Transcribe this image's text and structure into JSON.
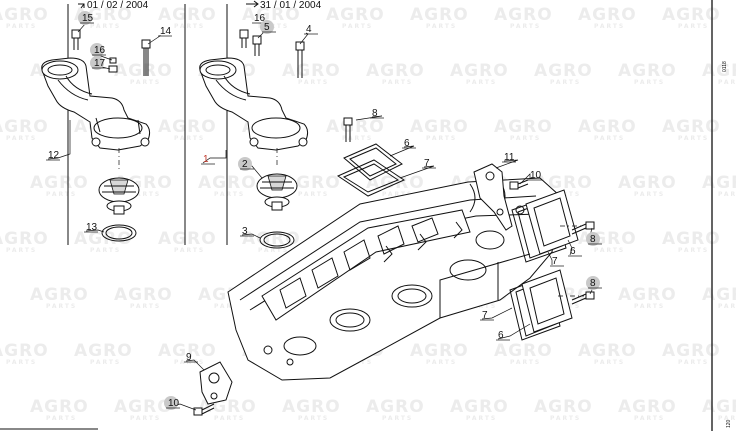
{
  "header": {
    "date_left": "01 / 02 / 2004",
    "date_right": "31 / 01 / 2004"
  },
  "watermark": {
    "brand": "AGRO",
    "sub": "PARTS"
  },
  "labels": {
    "n1": "1",
    "n2": "2",
    "n3": "3",
    "n4": "4",
    "n5": "5",
    "n6a": "6",
    "n6b": "6",
    "n7a": "7",
    "n7b": "7",
    "n7c": "7",
    "n8a": "8",
    "n8b": "8",
    "n8c": "8",
    "n9": "9",
    "n10a": "10",
    "n10b": "10",
    "n11": "11",
    "n12": "12",
    "n13": "13",
    "n14": "14",
    "n15": "15",
    "n16a": "16",
    "n16b": "16",
    "n17": "17"
  },
  "side_ref": "0118",
  "corner_ref": "120"
}
